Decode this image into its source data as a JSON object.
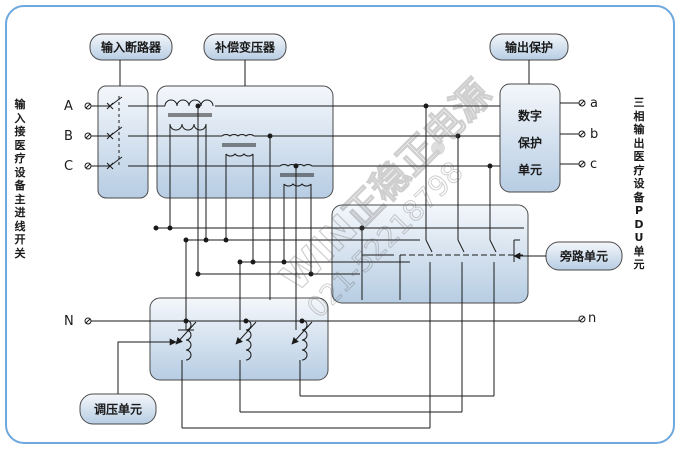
{
  "labels": {
    "input_breaker": "输入断路器",
    "comp_transformer": "补偿变压器",
    "output_protection": "输出保护",
    "digital_protection": [
      "数字",
      "保护",
      "单元"
    ],
    "bypass_unit": "旁路单元",
    "regulator_unit": "调压单元",
    "left_side_text": "输入接医疗设备主进线开关",
    "right_side_text": "三相输出医疗设备PDU单元"
  },
  "terminals": {
    "in_a": "A",
    "in_b": "B",
    "in_c": "C",
    "in_n": "N",
    "out_a": "a",
    "out_b": "b",
    "out_c": "c",
    "out_n": "n"
  },
  "watermark": {
    "brand": "WIN正稳正电源",
    "phone": "021-52218798"
  },
  "colors": {
    "border": "#6fa8dc",
    "wire": "#1a1a1a",
    "box_top": "#f2f6fa",
    "box_bottom": "#b9cfe4",
    "box_stroke": "#4a4a4a"
  }
}
